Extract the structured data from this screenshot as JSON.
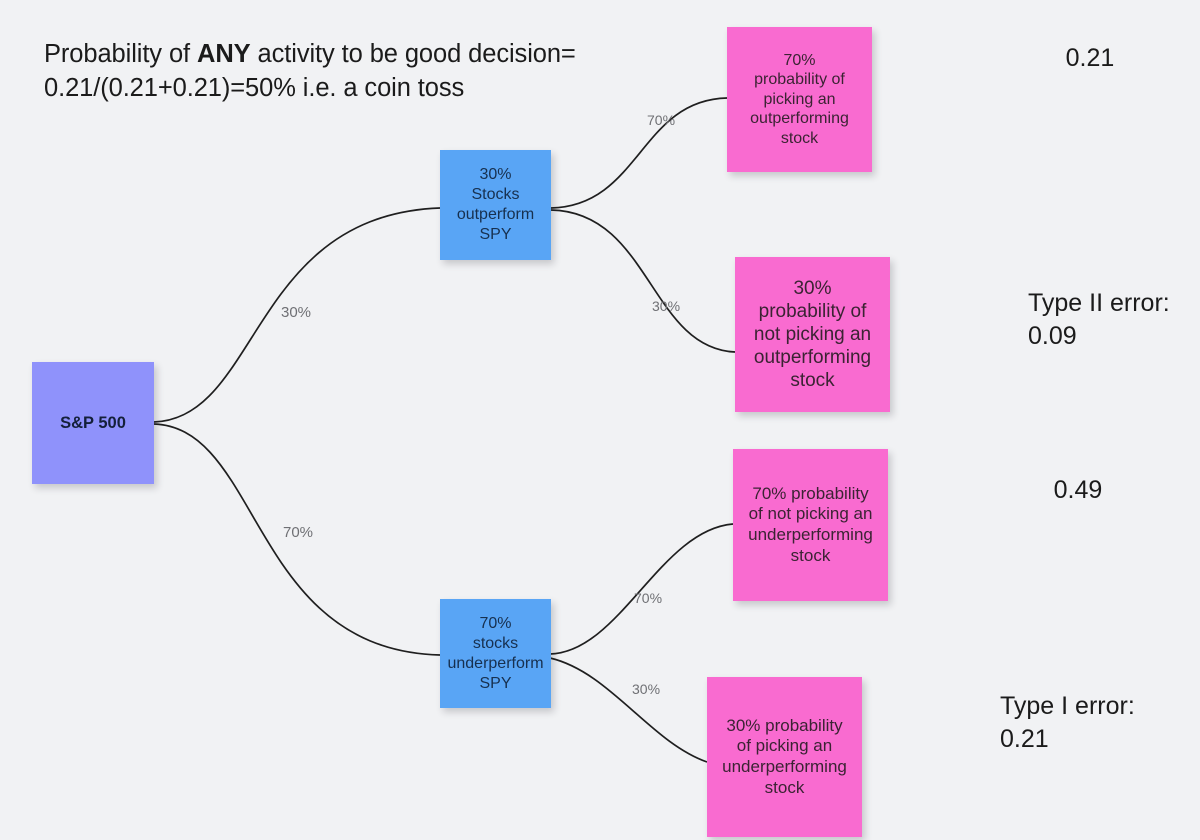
{
  "diagram": {
    "type": "decision-tree",
    "background_color": "#f1f2f4",
    "title": {
      "line1_prefix": "Probability of ",
      "line1_bold": "ANY",
      "line1_suffix": " activity to be good decision=",
      "line2": "0.21/(0.21+0.21)=50% i.e. a coin toss"
    },
    "colors": {
      "root_node": "#8f92fb",
      "branch_node": "#59a5f5",
      "leaf_node": "#f96bd0",
      "edge_line": "#1f1f1f",
      "edge_label": "#6f7074",
      "text": "#1b1b1b"
    },
    "root": {
      "label": "S&P 500"
    },
    "branches": [
      {
        "label": "30%\nStocks\noutperform\nSPY",
        "edge_label": "30%"
      },
      {
        "label": "70%\nstocks\nunderperform\nSPY",
        "edge_label": "70%"
      }
    ],
    "leaves": [
      {
        "label": "70%\nprobability of\npicking an\noutperforming\nstock",
        "edge_label": "70%",
        "outcome": "0.21"
      },
      {
        "label": "30%\nprobability of\nnot picking an\noutperforming\nstock",
        "edge_label": "30%",
        "outcome": "Type II error:\n0.09"
      },
      {
        "label": "70% probability\nof not picking an\nunderperforming\nstock",
        "edge_label": "70%",
        "outcome": "0.49"
      },
      {
        "label": "30% probability\nof picking an\nunderperforming\nstock",
        "edge_label": "30%",
        "outcome": "Type I error:\n0.21"
      }
    ]
  }
}
